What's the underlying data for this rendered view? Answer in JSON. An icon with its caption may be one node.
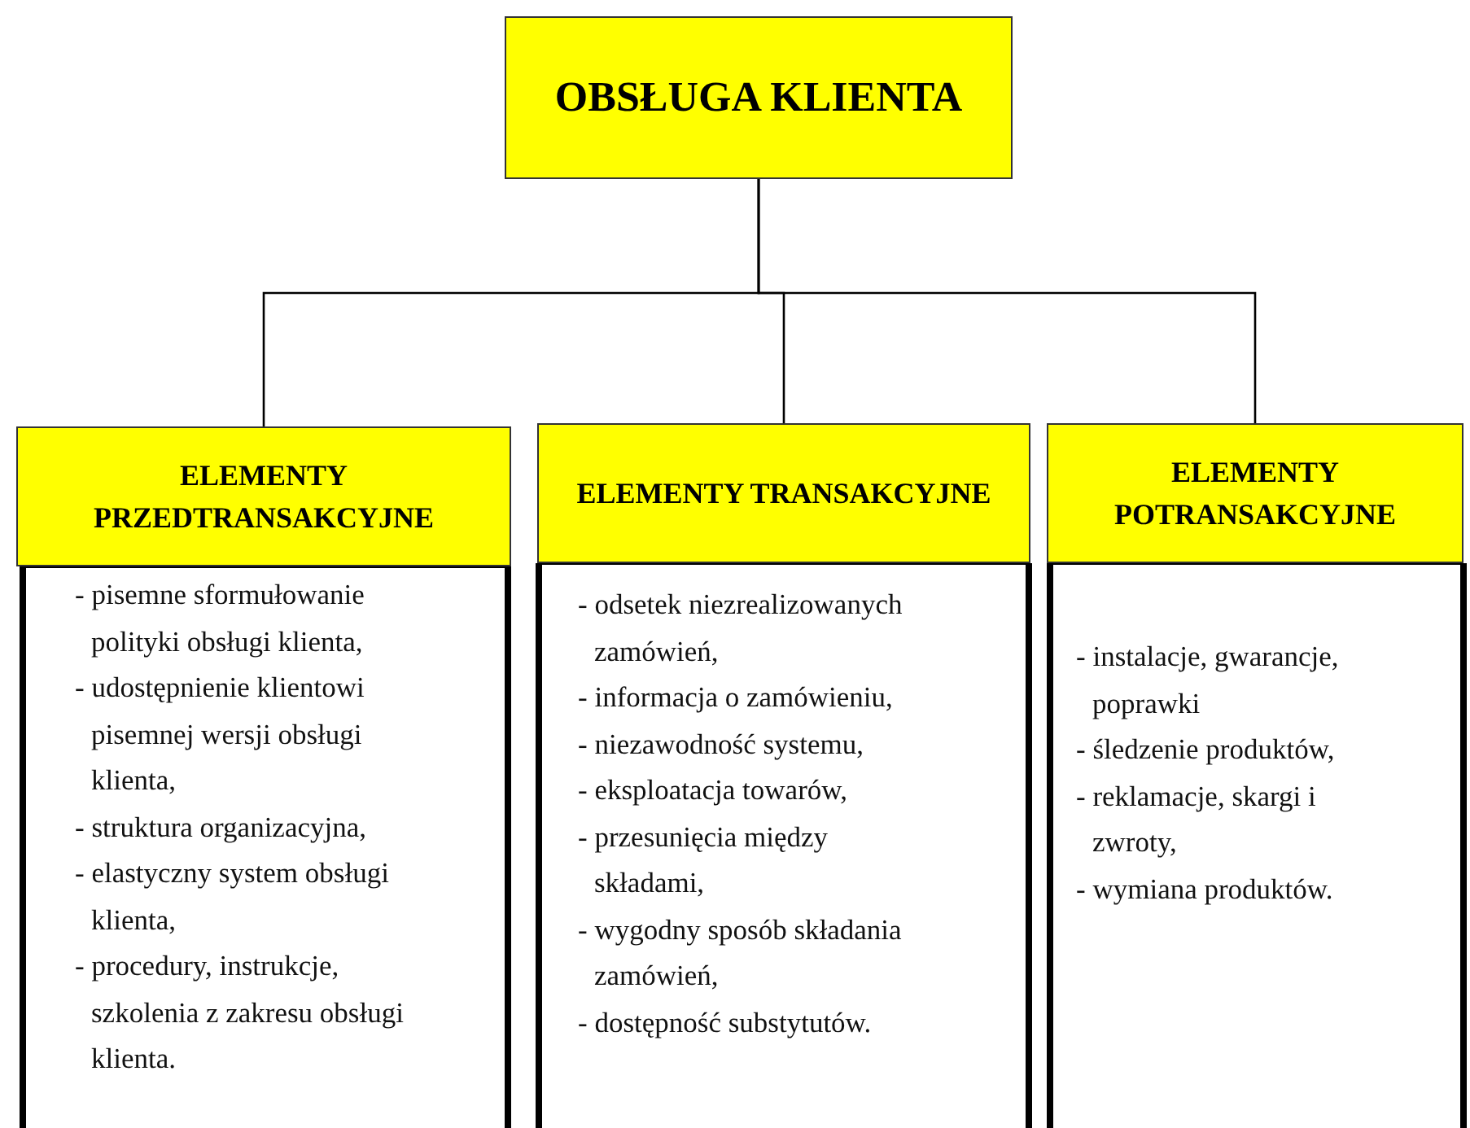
{
  "diagram": {
    "nodes": [
      {
        "text": [
          "OBSŁUGA KLIENTA"
        ]
      },
      {
        "text": [
          "ELEMENTY PRZEDTRANSAKCYJNE"
        ]
      },
      {
        "text": [
          "ELEMENTY TRANSAKCYJNE"
        ]
      },
      {
        "text": [
          "ELEMENTY POTRANSAKCYJNE"
        ]
      },
      {
        "text": [
          "- pisemne sformułowanie polityki obsługi klienta,",
          "- udostępnienie klientowi pisemnej wersji obsługi klienta,",
          "- struktura organizacyjna,",
          "- elastyczny system obsługi klienta,",
          "- procedury, instrukcje, szkolenia z zakresu obsługi klienta."
        ]
      },
      {
        "text": [
          "- odsetek niezrealizowanych zamówień,",
          "- informacja o zamówieniu,",
          "- niezawodność systemu,",
          "- eksploatacja towarów,",
          "- przesunięcia między składami,",
          "- wygodny sposób składania zamówień,",
          "- dostępność substytutów."
        ]
      },
      {
        "text": [
          "- instalacje, gwarancje, poprawki",
          "- śledzenie produktów,",
          "- reklamacje, skargi i zwroty,",
          "- wymiana produktów."
        ]
      }
    ],
    "edges": [
      {
        "from": 0,
        "to": 1,
        "arrow": "none"
      },
      {
        "from": 0,
        "to": 2,
        "arrow": "none"
      },
      {
        "from": 0,
        "to": 3,
        "arrow": "none"
      }
    ]
  }
}
